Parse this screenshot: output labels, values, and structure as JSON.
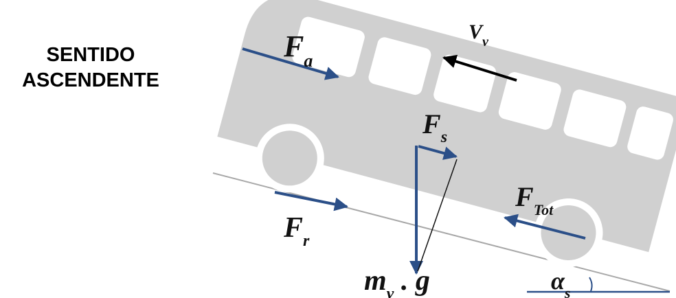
{
  "title": {
    "line1": "SENTIDO",
    "line2": "ASCENDENTE"
  },
  "labels": {
    "velocity": {
      "main": "V",
      "sub": "v"
    },
    "aero": {
      "main": "F",
      "sub": "a"
    },
    "slope": {
      "main": "F",
      "sub": "s"
    },
    "rolling": {
      "main": "F",
      "sub": "r"
    },
    "traction": {
      "main": "F",
      "sub": "Tot"
    },
    "weight": {
      "main": "m",
      "sub": "v",
      "rest": " . g"
    },
    "angle": {
      "main": "α",
      "sub": "s"
    }
  },
  "colors": {
    "vehicle": "#d0d0d0",
    "window": "#ffffff",
    "force": "#2b4f88",
    "velocity": "#000000",
    "slope_line": "#a8a8a8",
    "angle_line": "#2b4f88"
  }
}
